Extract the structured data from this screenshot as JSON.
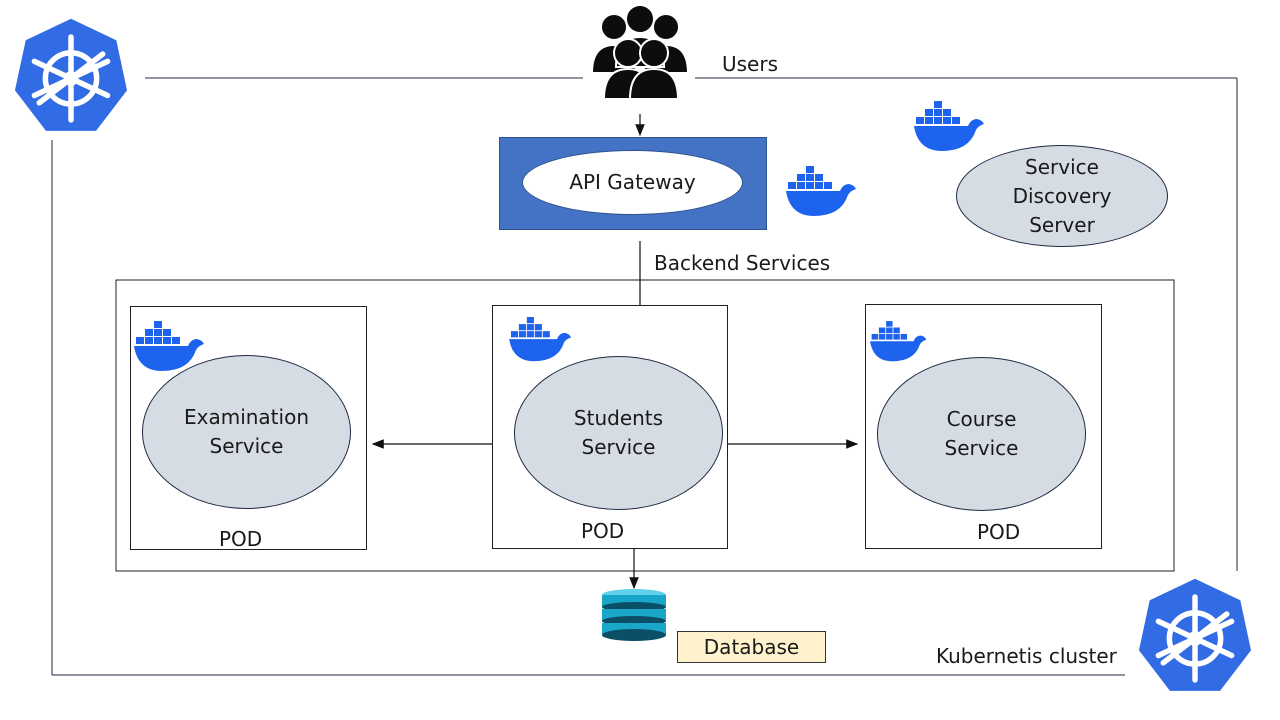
{
  "users": {
    "label": "Users"
  },
  "gateway": {
    "label": "API Gateway"
  },
  "discovery": {
    "lines": [
      "Service",
      "Discovery",
      "Server"
    ]
  },
  "backend": {
    "label": "Backend Services"
  },
  "pods": [
    {
      "lines": [
        "Examination",
        "Service"
      ],
      "pod_label": "POD"
    },
    {
      "lines": [
        "Students",
        "Service"
      ],
      "pod_label": "POD"
    },
    {
      "lines": [
        "Course",
        "Service"
      ],
      "pod_label": "POD"
    }
  ],
  "database": {
    "label": "Database"
  },
  "cluster": {
    "label": "Kubernetis cluster"
  },
  "colors": {
    "kubernetes_blue": "#326ce5",
    "docker_blue": "#1d63ed",
    "gateway_blue": "#4472c4",
    "service_fill": "#d6dce4",
    "database_label_fill": "#fff2cc",
    "database_teal": "#1aa6c9"
  },
  "icons": {
    "kubernetes": "kubernetes-helm-icon",
    "docker": "docker-whale-icon",
    "users": "users-group-icon",
    "database": "database-cylinder-icon"
  }
}
